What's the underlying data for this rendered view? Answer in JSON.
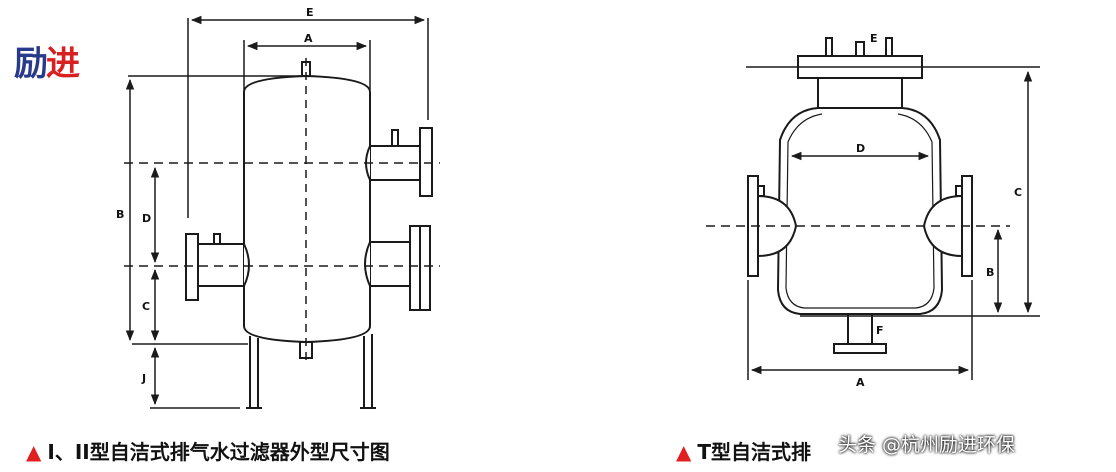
{
  "logo": {
    "part1": "励",
    "part2": "进"
  },
  "watermark": {
    "part1": "励",
    "part2": "进"
  },
  "left_diagram": {
    "labels": {
      "E": "E",
      "A": "A",
      "B": "B",
      "D": "D",
      "C": "C",
      "J": "J"
    }
  },
  "right_diagram": {
    "labels": {
      "E": "E",
      "D": "D",
      "C": "C",
      "B": "B",
      "F": "F",
      "A": "A"
    }
  },
  "captions": {
    "left": "I、II型自洁式排气水过滤器外型尺寸图",
    "right": "T型自洁式排"
  },
  "credit": "头条 @杭州励进环保",
  "colors": {
    "line": "#1a1a1a",
    "logo_blue": "#2a3a8a",
    "logo_red": "#d92020",
    "triangle": "#e02020"
  }
}
